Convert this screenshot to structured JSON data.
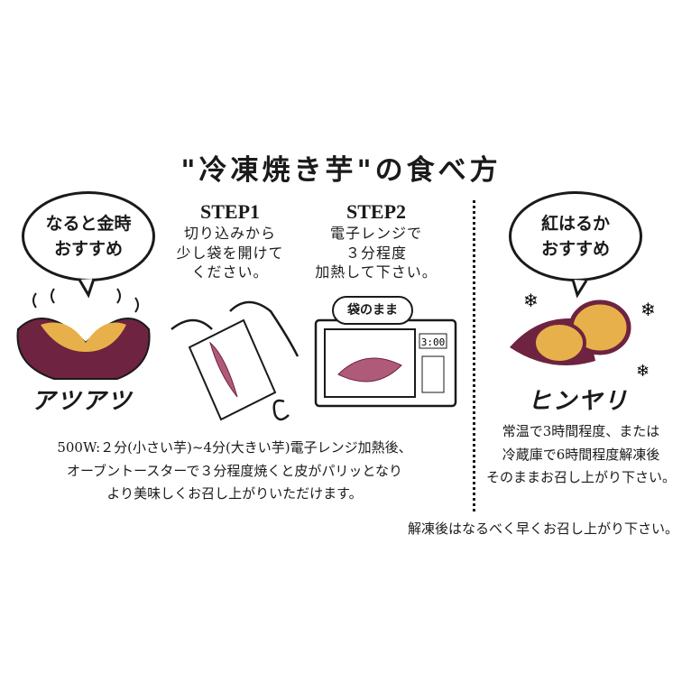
{
  "title": "\"冷凍焼き芋\"の食べ方",
  "left": {
    "bubble": [
      "なると金時",
      "おすすめ"
    ],
    "tag": "アツアツ"
  },
  "step1": {
    "heading": "STEP1",
    "lines": [
      "切り込みから",
      "少し袋を開けて",
      "ください。"
    ]
  },
  "step2": {
    "heading": "STEP2",
    "lines": [
      "電子レンジで",
      "３分程度",
      "加熱して下さい。"
    ],
    "bubble": "袋のまま",
    "display": "3:00"
  },
  "instructions": [
    "500W:２分(小さい芋)~4分(大きい芋)電子レンジ加熱後、",
    "オーブントースターで３分程度焼くと皮がパリッとなり",
    "より美味しくお召し上がりいただけます。"
  ],
  "right": {
    "bubble": [
      "紅はるか",
      "おすすめ"
    ],
    "tag": "ヒンヤリ",
    "lines": [
      "常温で3時間程度、または",
      "冷蔵庫で6時間程度解凍後",
      "そのままお召し上がり下さい。"
    ]
  },
  "note": "解凍後はなるべく早くお召し上がり下さい。",
  "colors": {
    "skin": "#6e2340",
    "flesh": "#e8b04a",
    "ink": "#1a1a1a"
  }
}
